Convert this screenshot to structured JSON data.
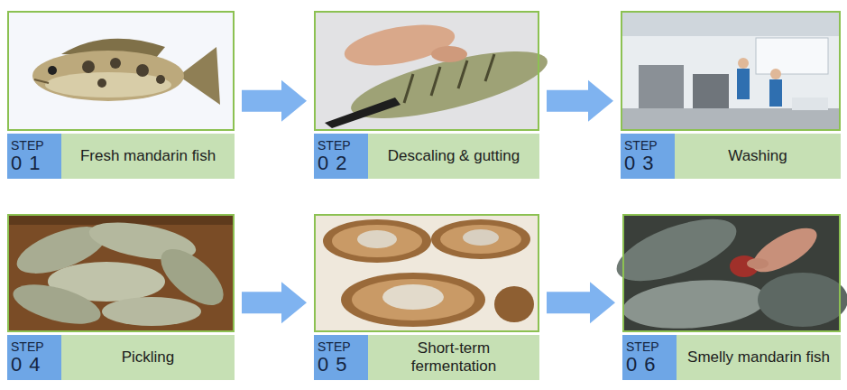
{
  "diagram": {
    "nodes": [
      {
        "text": [
          "STEP",
          "0 1",
          "Fresh mandarin fish"
        ]
      },
      {
        "text": [
          "STEP",
          "0 2",
          "Descaling & gutting"
        ]
      },
      {
        "text": [
          "STEP",
          "0 3",
          "Washing"
        ]
      },
      {
        "text": [
          "STEP",
          "0 4",
          "Pickling"
        ]
      },
      {
        "text": [
          "STEP",
          "0 5",
          "Short-term fermentation"
        ]
      },
      {
        "text": [
          "STEP",
          "0 6",
          "Smelly mandarin fish"
        ]
      }
    ],
    "edges": [
      {
        "from": 0,
        "to": 1,
        "arrow": "to"
      },
      {
        "from": 1,
        "to": 2,
        "arrow": "to"
      },
      {
        "from": 3,
        "to": 4,
        "arrow": "to"
      },
      {
        "from": 4,
        "to": 5,
        "arrow": "to"
      }
    ]
  }
}
